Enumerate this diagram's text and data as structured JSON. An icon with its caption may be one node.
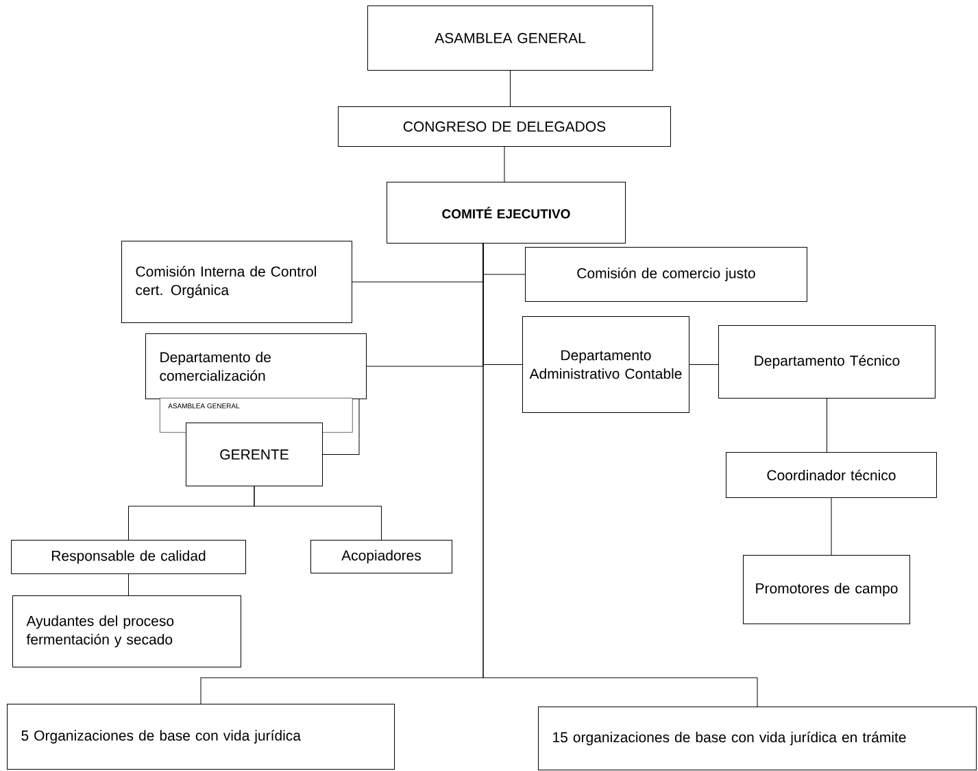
{
  "diagram": {
    "nodes": [
      {
        "text": [
          "ASAMBLEA GENERAL"
        ]
      },
      {
        "text": [
          "CONGRESO DE DELEGADOS"
        ]
      },
      {
        "text": [
          "COMITÉ EJECUTIVO"
        ]
      },
      {
        "text": [
          "Comisión Interna de Control cert. Orgánica"
        ]
      },
      {
        "text": [
          "Comisión de comercio justo"
        ]
      },
      {
        "text": [
          "Departamento de comercialización"
        ]
      },
      {
        "text": [
          "ASAMBLEA GENERAL"
        ]
      },
      {
        "text": [
          "GERENTE"
        ]
      },
      {
        "text": [
          "Departamento Administrativo Contable"
        ]
      },
      {
        "text": [
          "Departamento Técnico"
        ]
      },
      {
        "text": [
          "Coordinador técnico"
        ]
      },
      {
        "text": [
          "Promotores de campo"
        ]
      },
      {
        "text": [
          "Responsable de calidad"
        ]
      },
      {
        "text": [
          "Acopiadores"
        ]
      },
      {
        "text": [
          "Ayudantes del proceso fermentación y secado"
        ]
      },
      {
        "text": [
          "5 Organizaciones de base con vida jurídica"
        ]
      },
      {
        "text": [
          "15 organizaciones de base con vida jurídica en trámite"
        ]
      }
    ],
    "edges": [
      {
        "from": 0,
        "to": 1,
        "arrow": "none"
      },
      {
        "from": 1,
        "to": 2,
        "arrow": "none"
      },
      {
        "from": 2,
        "to": 3,
        "arrow": "none"
      },
      {
        "from": 2,
        "to": 4,
        "arrow": "none"
      },
      {
        "from": 2,
        "to": 5,
        "arrow": "none"
      },
      {
        "from": 2,
        "to": 8,
        "arrow": "none"
      },
      {
        "from": 5,
        "to": 7,
        "arrow": "none"
      },
      {
        "from": 8,
        "to": 9,
        "arrow": "none"
      },
      {
        "from": 9,
        "to": 10,
        "arrow": "none"
      },
      {
        "from": 10,
        "to": 11,
        "arrow": "none"
      },
      {
        "from": 7,
        "to": 12,
        "arrow": "none"
      },
      {
        "from": 7,
        "to": 13,
        "arrow": "none"
      },
      {
        "from": 12,
        "to": 14,
        "arrow": "none"
      },
      {
        "from": 2,
        "to": 15,
        "arrow": "none"
      },
      {
        "from": 2,
        "to": 16,
        "arrow": "none"
      }
    ]
  }
}
